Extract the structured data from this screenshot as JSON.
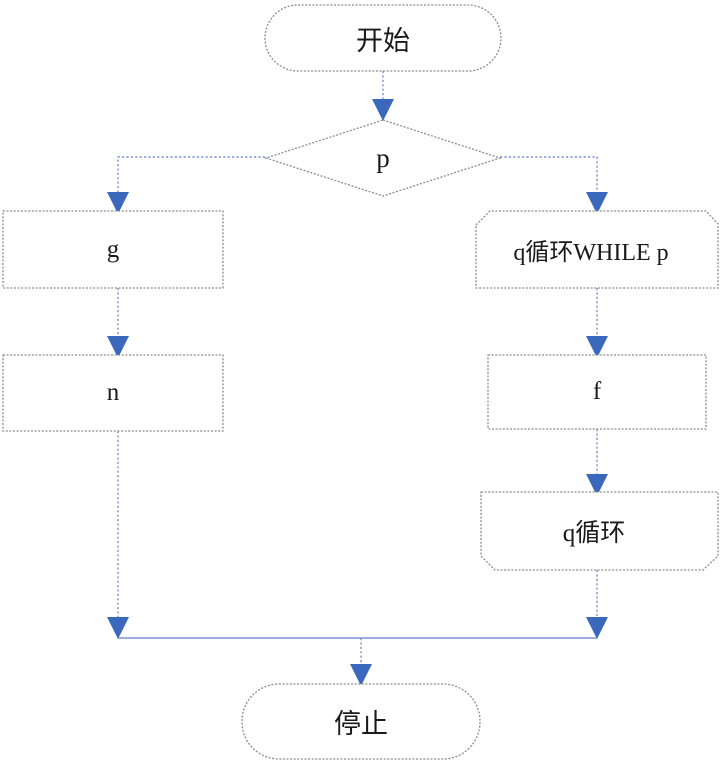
{
  "diagram": {
    "type": "flowchart",
    "title": "",
    "orientation": "top-to-bottom",
    "background_color": "#ffffff",
    "shape_border_color": "#8c8c8c",
    "connector_color": "#7b93d4",
    "arrowhead_color": "#3a68bd",
    "text_color": "#1a1a1a",
    "nodes": [
      {
        "id": "start",
        "label": "开始",
        "shape": "terminator"
      },
      {
        "id": "decision",
        "label": "p",
        "shape": "decision"
      },
      {
        "id": "g",
        "label": "g",
        "shape": "process"
      },
      {
        "id": "loop_start",
        "label": "q循环WHILE p",
        "shape": "loop-start"
      },
      {
        "id": "n",
        "label": "n",
        "shape": "process"
      },
      {
        "id": "f",
        "label": "f",
        "shape": "process"
      },
      {
        "id": "loop_end",
        "label": "q循环",
        "shape": "loop-end"
      },
      {
        "id": "stop",
        "label": "停止",
        "shape": "terminator"
      }
    ],
    "edges": [
      {
        "from": "start",
        "to": "decision",
        "label": ""
      },
      {
        "from": "decision",
        "to": "g",
        "label": ""
      },
      {
        "from": "decision",
        "to": "loop_start",
        "label": ""
      },
      {
        "from": "g",
        "to": "n",
        "label": ""
      },
      {
        "from": "loop_start",
        "to": "f",
        "label": ""
      },
      {
        "from": "f",
        "to": "loop_end",
        "label": ""
      },
      {
        "from": "n",
        "to": "stop",
        "label": ""
      },
      {
        "from": "loop_end",
        "to": "stop",
        "label": ""
      }
    ]
  }
}
